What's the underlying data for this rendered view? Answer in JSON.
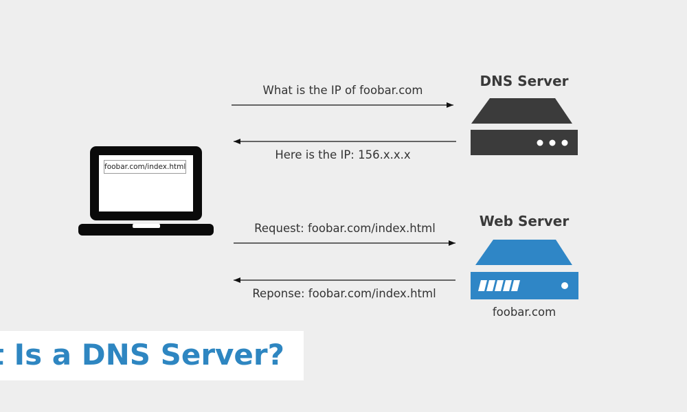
{
  "flow": {
    "dns_request": "What is the IP of foobar.com",
    "dns_response": "Here is the IP: 156.x.x.x",
    "web_request": "Request: foobar.com/index.html",
    "web_response": "Reponse: foobar.com/index.html"
  },
  "client": {
    "icon": "laptop-icon",
    "url": "foobar.com/index.html"
  },
  "dns_server": {
    "title": "DNS Server",
    "icon": "server-icon",
    "color": "#3b3b3b"
  },
  "web_server": {
    "title": "Web Server",
    "icon": "server-icon",
    "host": "foobar.com",
    "color": "#2f86c6"
  },
  "banner": {
    "title": "What Is a DNS Server?",
    "color": "#2e86c1"
  }
}
